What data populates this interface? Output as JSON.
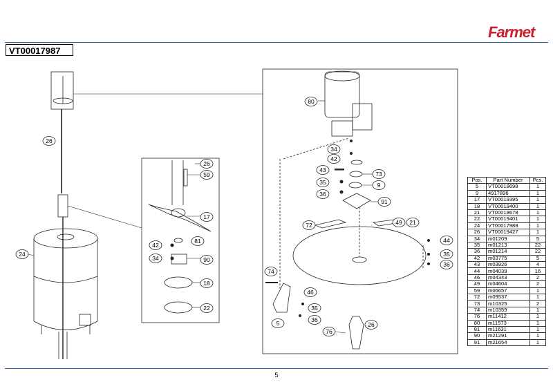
{
  "header": {
    "logo_text": "Farmet",
    "document_id": "VT00017987"
  },
  "footer": {
    "page_number": "5"
  },
  "parts_table": {
    "headers": [
      "Pos.",
      "Part Number",
      "Pcs."
    ],
    "rows": [
      [
        "5",
        "VT00018698",
        "1"
      ],
      [
        "9",
        "4917896",
        "1"
      ],
      [
        "17",
        "VT00019395",
        "1"
      ],
      [
        "18",
        "VT00019400",
        "1"
      ],
      [
        "21",
        "VT00018678",
        "1"
      ],
      [
        "22",
        "VT00019401",
        "1"
      ],
      [
        "24",
        "VT00017988",
        "1"
      ],
      [
        "26",
        "VT00019427",
        "1"
      ],
      [
        "34",
        "m01209",
        "5"
      ],
      [
        "35",
        "m01213",
        "22"
      ],
      [
        "36",
        "m01214",
        "22"
      ],
      [
        "42",
        "m03775",
        "5"
      ],
      [
        "43",
        "m03926",
        "4"
      ],
      [
        "44",
        "m04039",
        "16"
      ],
      [
        "46",
        "m04343",
        "2"
      ],
      [
        "49",
        "m04604",
        "2"
      ],
      [
        "59",
        "m06657",
        "1"
      ],
      [
        "72",
        "m09537",
        "1"
      ],
      [
        "73",
        "m10325",
        "2"
      ],
      [
        "74",
        "m10359",
        "1"
      ],
      [
        "76",
        "m11412",
        "1"
      ],
      [
        "80",
        "m11573",
        "1"
      ],
      [
        "81",
        "m11631",
        "1"
      ],
      [
        "90",
        "m21291",
        "1"
      ],
      [
        "91",
        "m21654",
        "1"
      ]
    ]
  },
  "callouts": {
    "c26a": "26",
    "c24": "24",
    "c26b": "26",
    "c59": "59",
    "c17": "17",
    "c81": "81",
    "c42a": "42",
    "c34a": "34",
    "c90": "90",
    "c18": "18",
    "c22": "22",
    "c80": "80",
    "c34b": "34",
    "c42b": "42",
    "c43": "43",
    "c73": "73",
    "c35a": "35",
    "c9": "9",
    "c36a": "36",
    "c91": "91",
    "c72": "72",
    "c49": "49",
    "c21": "21",
    "c44": "44",
    "c35b": "35",
    "c36b": "36",
    "c74": "74",
    "c46": "46",
    "c35c": "35",
    "c36c": "36",
    "c5": "5",
    "c76": "76",
    "c26c": "26"
  }
}
